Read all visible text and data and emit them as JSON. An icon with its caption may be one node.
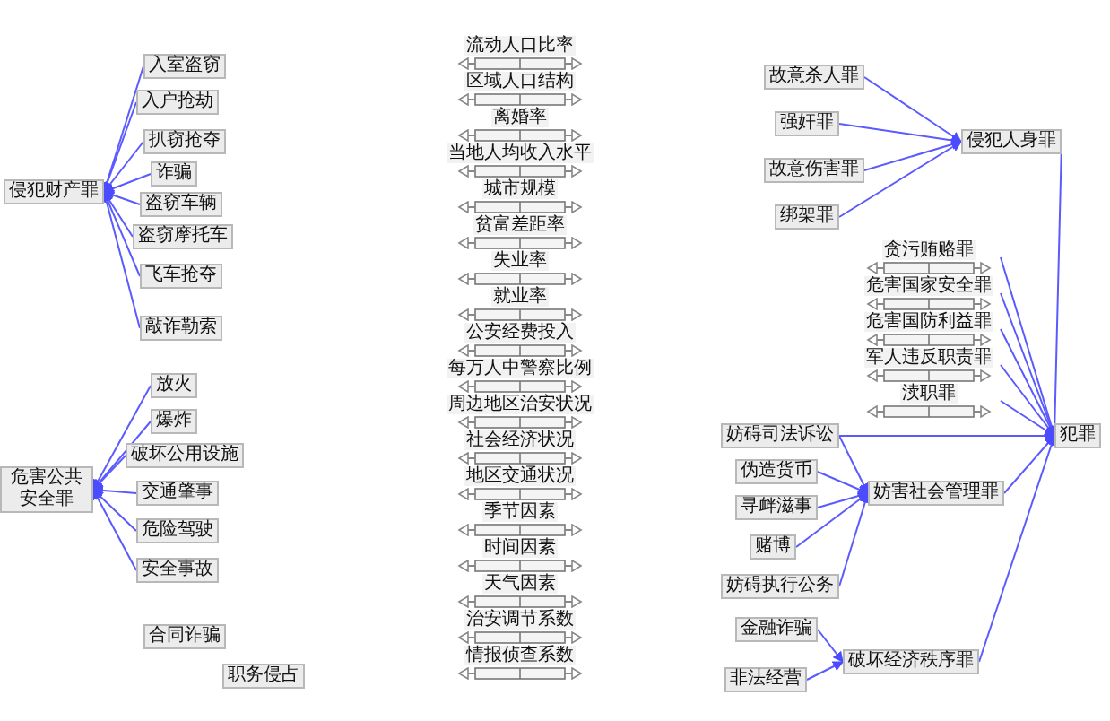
{
  "diagram": {
    "nodes": [
      {
        "text": [
          "入室盗窃"
        ]
      },
      {
        "text": [
          "入户抢劫"
        ]
      },
      {
        "text": [
          "扒窃抢夺"
        ]
      },
      {
        "text": [
          "诈骗"
        ]
      },
      {
        "text": [
          "盗窃车辆"
        ]
      },
      {
        "text": [
          "盗窃摩托车"
        ]
      },
      {
        "text": [
          "飞车抢夺"
        ]
      },
      {
        "text": [
          "敲诈勒索"
        ]
      },
      {
        "text": [
          "侵犯财产罪"
        ]
      },
      {
        "text": [
          "放火"
        ]
      },
      {
        "text": [
          "爆炸"
        ]
      },
      {
        "text": [
          "破坏公用设施"
        ]
      },
      {
        "text": [
          "交通肇事"
        ]
      },
      {
        "text": [
          "危险驾驶"
        ]
      },
      {
        "text": [
          "安全事故"
        ]
      },
      {
        "text": [
          "危害公共安全罪"
        ]
      },
      {
        "text": [
          "合同诈骗"
        ]
      },
      {
        "text": [
          "职务侵占"
        ]
      },
      {
        "text": [
          "流动人口比率"
        ]
      },
      {
        "text": [
          "区域人口结构"
        ]
      },
      {
        "text": [
          "离婚率"
        ]
      },
      {
        "text": [
          "当地人均收入水平"
        ]
      },
      {
        "text": [
          "城市规模"
        ]
      },
      {
        "text": [
          "贫富差距率"
        ]
      },
      {
        "text": [
          "失业率"
        ]
      },
      {
        "text": [
          "就业率"
        ]
      },
      {
        "text": [
          "公安经费投入"
        ]
      },
      {
        "text": [
          "每万人中警察比例"
        ]
      },
      {
        "text": [
          "周边地区治安状况"
        ]
      },
      {
        "text": [
          "社会经济状况"
        ]
      },
      {
        "text": [
          "地区交通状况"
        ]
      },
      {
        "text": [
          "季节因素"
        ]
      },
      {
        "text": [
          "时间因素"
        ]
      },
      {
        "text": [
          "天气因素"
        ]
      },
      {
        "text": [
          "治安调节系数"
        ]
      },
      {
        "text": [
          "情报侦查系数"
        ]
      },
      {
        "text": [
          "故意杀人罪"
        ]
      },
      {
        "text": [
          "强奸罪"
        ]
      },
      {
        "text": [
          "故意伤害罪"
        ]
      },
      {
        "text": [
          "绑架罪"
        ]
      },
      {
        "text": [
          "侵犯人身罪"
        ]
      },
      {
        "text": [
          "贪污贿赂罪"
        ]
      },
      {
        "text": [
          "危害国家安全罪"
        ]
      },
      {
        "text": [
          "危害国防利益罪"
        ]
      },
      {
        "text": [
          "军人违反职责罪"
        ]
      },
      {
        "text": [
          "渎职罪"
        ]
      },
      {
        "text": [
          "妨碍司法诉讼"
        ]
      },
      {
        "text": [
          "伪造货币"
        ]
      },
      {
        "text": [
          "寻衅滋事"
        ]
      },
      {
        "text": [
          "赌博"
        ]
      },
      {
        "text": [
          "妨碍执行公务"
        ]
      },
      {
        "text": [
          "妨害社会管理罪"
        ]
      },
      {
        "text": [
          "金融诈骗"
        ]
      },
      {
        "text": [
          "非法经营"
        ]
      },
      {
        "text": [
          "破坏经济秩序罪"
        ]
      },
      {
        "text": [
          "犯罪"
        ]
      }
    ],
    "edges": [
      {
        "from": 0,
        "to": 8,
        "arrow": "to"
      },
      {
        "from": 1,
        "to": 8,
        "arrow": "to"
      },
      {
        "from": 2,
        "to": 8,
        "arrow": "to"
      },
      {
        "from": 3,
        "to": 8,
        "arrow": "to"
      },
      {
        "from": 4,
        "to": 8,
        "arrow": "to"
      },
      {
        "from": 5,
        "to": 8,
        "arrow": "to"
      },
      {
        "from": 6,
        "to": 8,
        "arrow": "to"
      },
      {
        "from": 7,
        "to": 8,
        "arrow": "to"
      },
      {
        "from": 9,
        "to": 15,
        "arrow": "to"
      },
      {
        "from": 10,
        "to": 15,
        "arrow": "to"
      },
      {
        "from": 11,
        "to": 15,
        "arrow": "to"
      },
      {
        "from": 12,
        "to": 15,
        "arrow": "to"
      },
      {
        "from": 13,
        "to": 15,
        "arrow": "to"
      },
      {
        "from": 14,
        "to": 15,
        "arrow": "to"
      },
      {
        "from": 36,
        "to": 40,
        "arrow": "to"
      },
      {
        "from": 37,
        "to": 40,
        "arrow": "to"
      },
      {
        "from": 38,
        "to": 40,
        "arrow": "to"
      },
      {
        "from": 39,
        "to": 40,
        "arrow": "to"
      },
      {
        "from": 40,
        "to": 55,
        "arrow": "to"
      },
      {
        "from": 41,
        "to": 55,
        "arrow": "to"
      },
      {
        "from": 42,
        "to": 55,
        "arrow": "to"
      },
      {
        "from": 43,
        "to": 55,
        "arrow": "to"
      },
      {
        "from": 44,
        "to": 55,
        "arrow": "to"
      },
      {
        "from": 45,
        "to": 55,
        "arrow": "to"
      },
      {
        "from": 46,
        "to": 51,
        "arrow": "to"
      },
      {
        "from": 47,
        "to": 51,
        "arrow": "to"
      },
      {
        "from": 48,
        "to": 51,
        "arrow": "to"
      },
      {
        "from": 49,
        "to": 51,
        "arrow": "to"
      },
      {
        "from": 50,
        "to": 51,
        "arrow": "to"
      },
      {
        "from": 46,
        "to": 55,
        "arrow": "to"
      },
      {
        "from": 51,
        "to": 55,
        "arrow": "to"
      },
      {
        "from": 52,
        "to": 54,
        "arrow": "to"
      },
      {
        "from": 53,
        "to": 54,
        "arrow": "to"
      },
      {
        "from": 54,
        "to": 55,
        "arrow": "to"
      }
    ]
  }
}
